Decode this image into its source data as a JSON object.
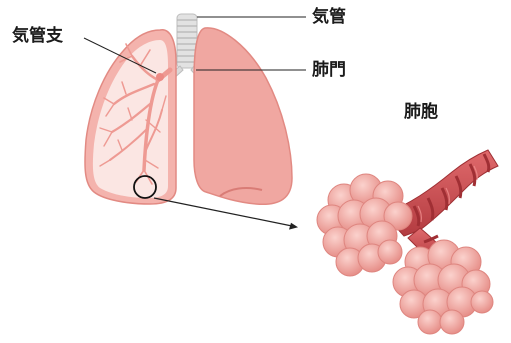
{
  "labels": {
    "bronchus": "気管支",
    "trachea": "気管",
    "hilum": "肺門",
    "alveoli": "肺胞"
  },
  "colors": {
    "lung_fill": "#f0a7a1",
    "lung_outline": "#e6908a",
    "lung_inner": "#fbe6e3",
    "bronchi": "#ee9a93",
    "trachea": "#d9d9d9",
    "alveoli": "#f2aaa3",
    "duct": "#c9474b"
  }
}
